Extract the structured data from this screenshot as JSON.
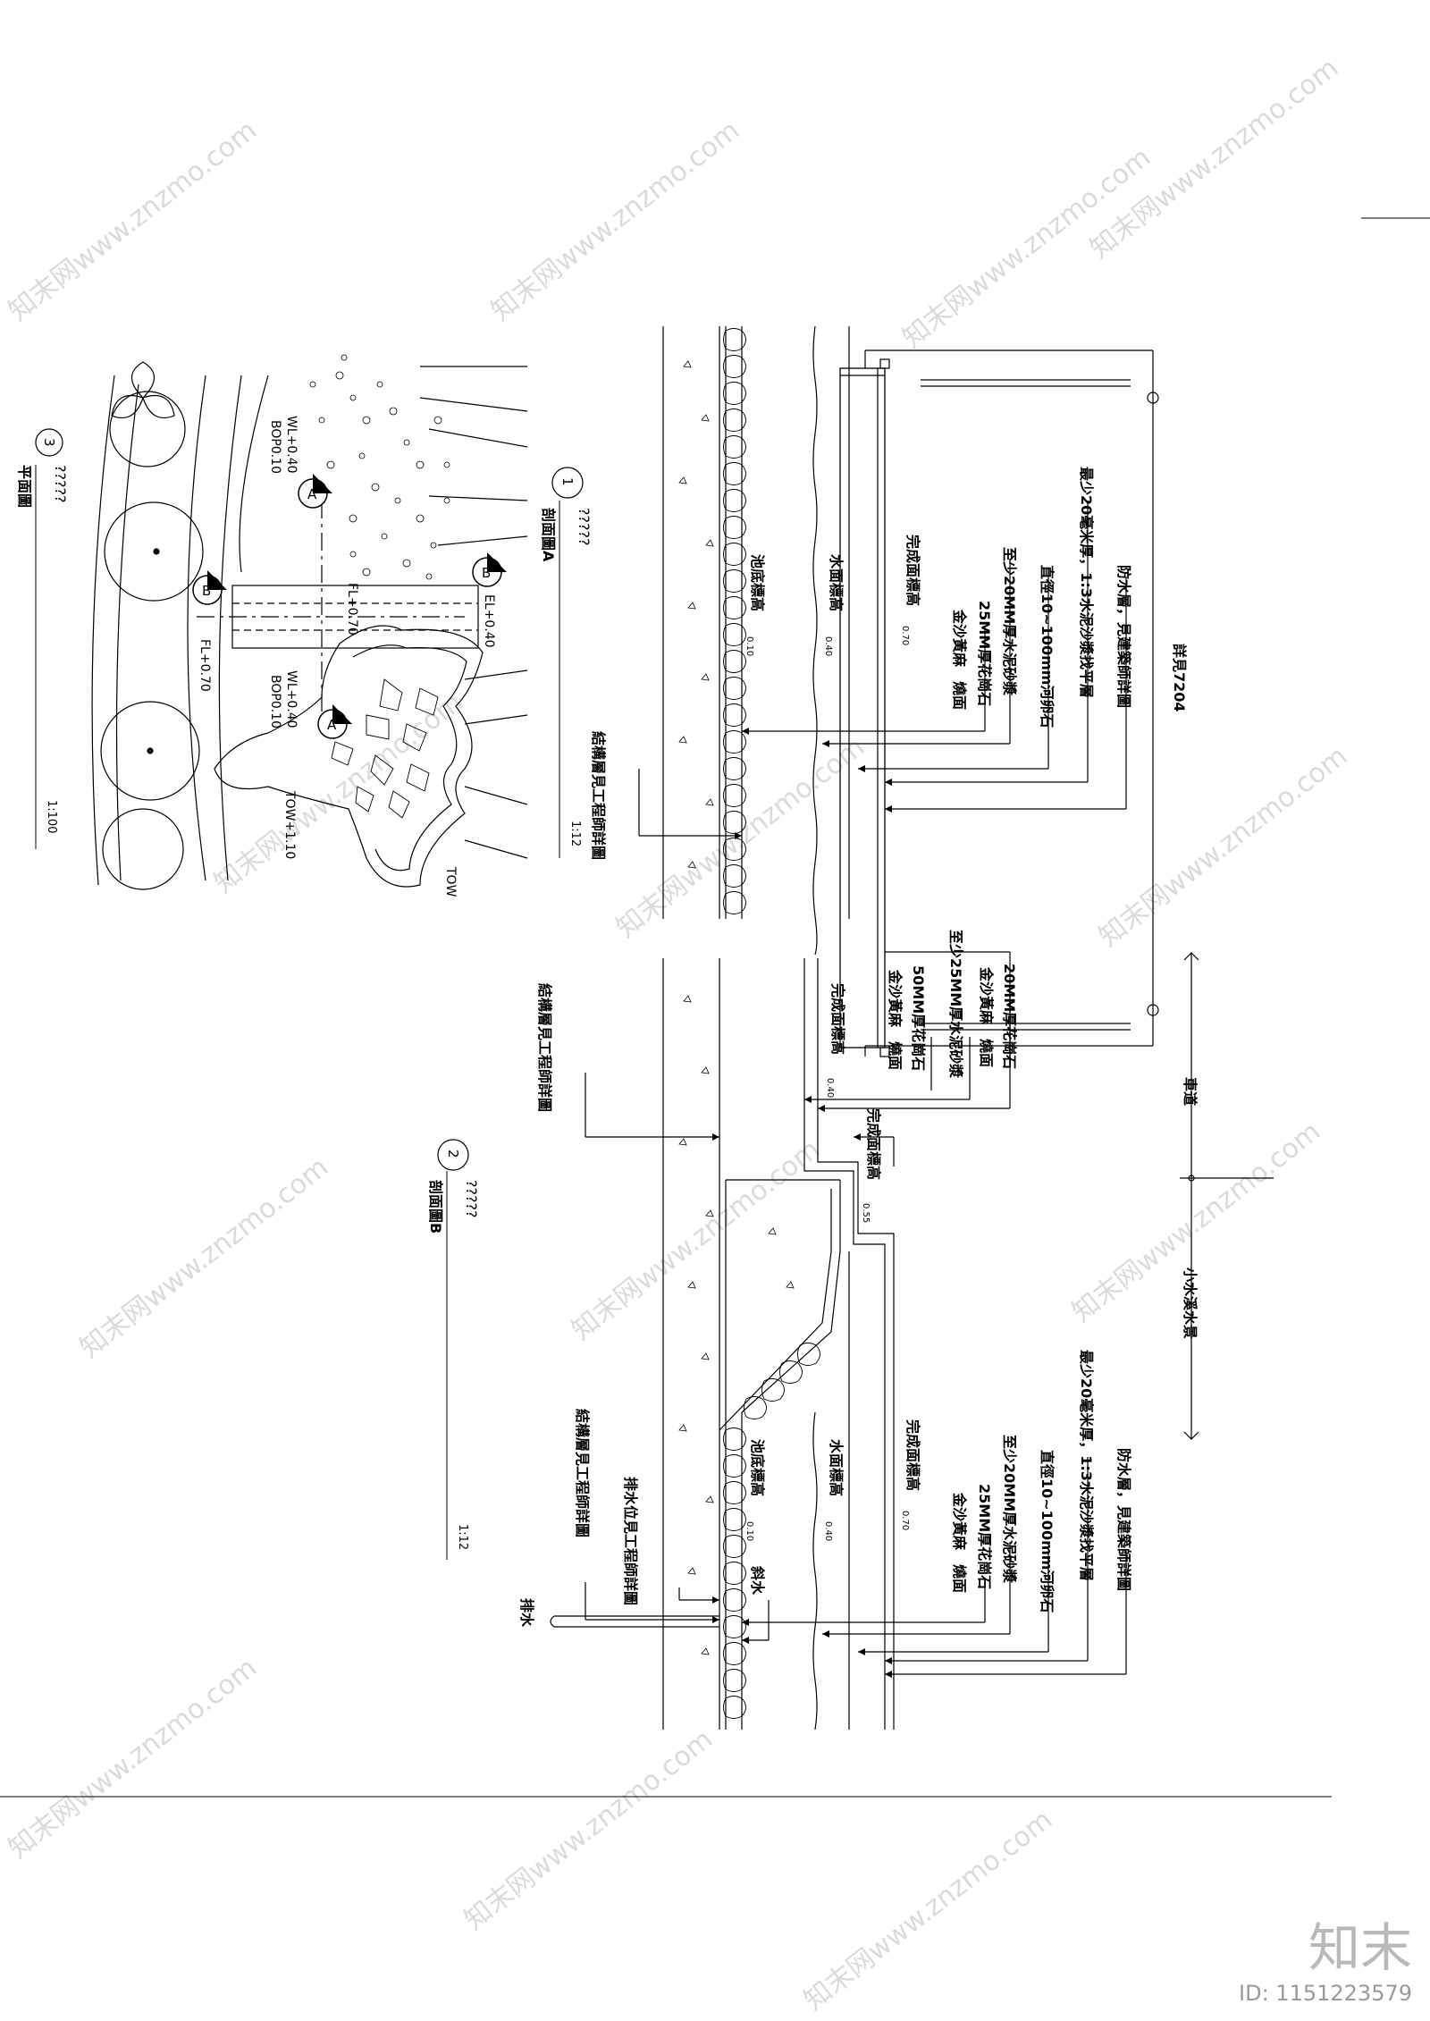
{
  "watermark": "知末网www.znzmo.com",
  "plan": {
    "number": "3",
    "title": "平面圖",
    "subtitle": "?????",
    "scale": "1:100",
    "labels": {
      "wl_top": "WL+0.40",
      "bop_top": "BOP0.10",
      "wl_bottom": "WL+0.40",
      "bop_bottom": "BOP0.10",
      "fl_left": "FL+0.70",
      "fl_bridge": "FL+0.70",
      "el_bridge": "EL+0.40",
      "tow": "TOW+1.10",
      "tow_short": "TOW",
      "marker_a_top": "A",
      "marker_a_bottom": "A",
      "marker_b_left": "B",
      "marker_b_right": "B"
    }
  },
  "section_a": {
    "number": "1",
    "title": "剖面圖A",
    "subtitle": "?????",
    "scale": "1:12",
    "detail_ref": "詳見7204",
    "waterproof": "防水層，見建築師詳圖",
    "screed": "最少20毫米厚，1:3水泥沙漿找平層",
    "pebbles": "直徑10~100mm河卵石",
    "mortar": "至少20MM厚水泥砂漿",
    "granite": "25MM厚花崗石",
    "finish": "金沙黃麻　燒面",
    "finish_level": "完成面標高",
    "finish_level_val": "0.70",
    "water_level": "水面標高",
    "water_level_val": "0.40",
    "pool_bottom": "池底標高",
    "pool_bottom_val": "0.10",
    "structure": "結構層見工程師詳圖"
  },
  "section_b": {
    "number": "2",
    "title": "剖面圖B",
    "subtitle": "?????",
    "scale": "1:12",
    "driveway": "車道",
    "stream": "小水溪水景",
    "granite20": "20MM厚花崗石",
    "finish_a": "金沙黃麻　燒面",
    "mortar25": "至少25MM厚水泥砂漿",
    "granite50": "50MM厚花崗石",
    "finish_b": "金沙黃麻　燒面",
    "finish_level_top": "完成面標高",
    "finish_level_top_val": "0.40",
    "finish_level_mid": "完成面標高",
    "finish_level_mid_val": "0.55",
    "structure_top": "結構層見工程師詳圖",
    "waterproof": "防水層，見建築師詳圖",
    "screed": "最少20毫米厚，1:3水泥沙漿找平層",
    "pebbles": "直徑10~100mm河卵石",
    "mortar": "至少20MM厚水泥砂漿",
    "granite": "25MM厚花崗石",
    "finish": "金沙黃麻　燒面",
    "finish_level": "完成面標高",
    "finish_level_val": "0.70",
    "water_level": "水面標高",
    "water_level_val": "0.40",
    "pool_bottom": "池底標高",
    "pool_bottom_val": "0.10",
    "structure_bottom": "結構層見工程師詳圖",
    "drain_pos": "排水位見工程師詳圖",
    "slope": "斜水",
    "drain": "排水"
  },
  "footer": {
    "brand": "知末",
    "image_id": "ID: 1151223579"
  }
}
